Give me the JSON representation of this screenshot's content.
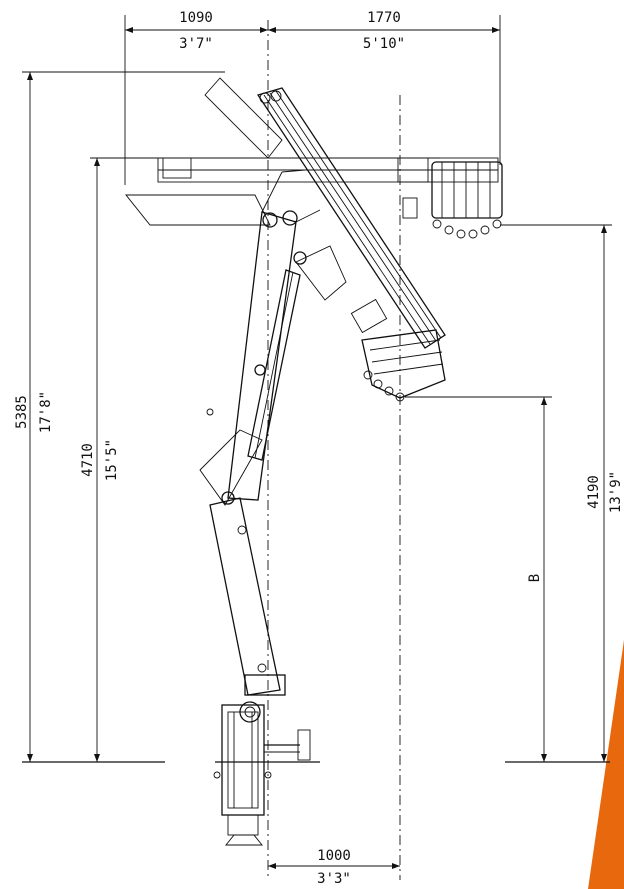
{
  "dimensions": {
    "top_left": {
      "mm": "1090",
      "imperial": "3'7\""
    },
    "top_right": {
      "mm": "1770",
      "imperial": "5'10\""
    },
    "total_height": {
      "mm": "5385",
      "imperial": "17'8\""
    },
    "boom_height": {
      "mm": "4710",
      "imperial": "15'5\""
    },
    "hook_height": {
      "mm": "4190",
      "imperial": "13'9\""
    },
    "bottom": {
      "mm": "1000",
      "imperial": "3'3\""
    },
    "variable_label": "B"
  },
  "colors": {
    "line": "#111111",
    "accent": "#e8690d"
  }
}
